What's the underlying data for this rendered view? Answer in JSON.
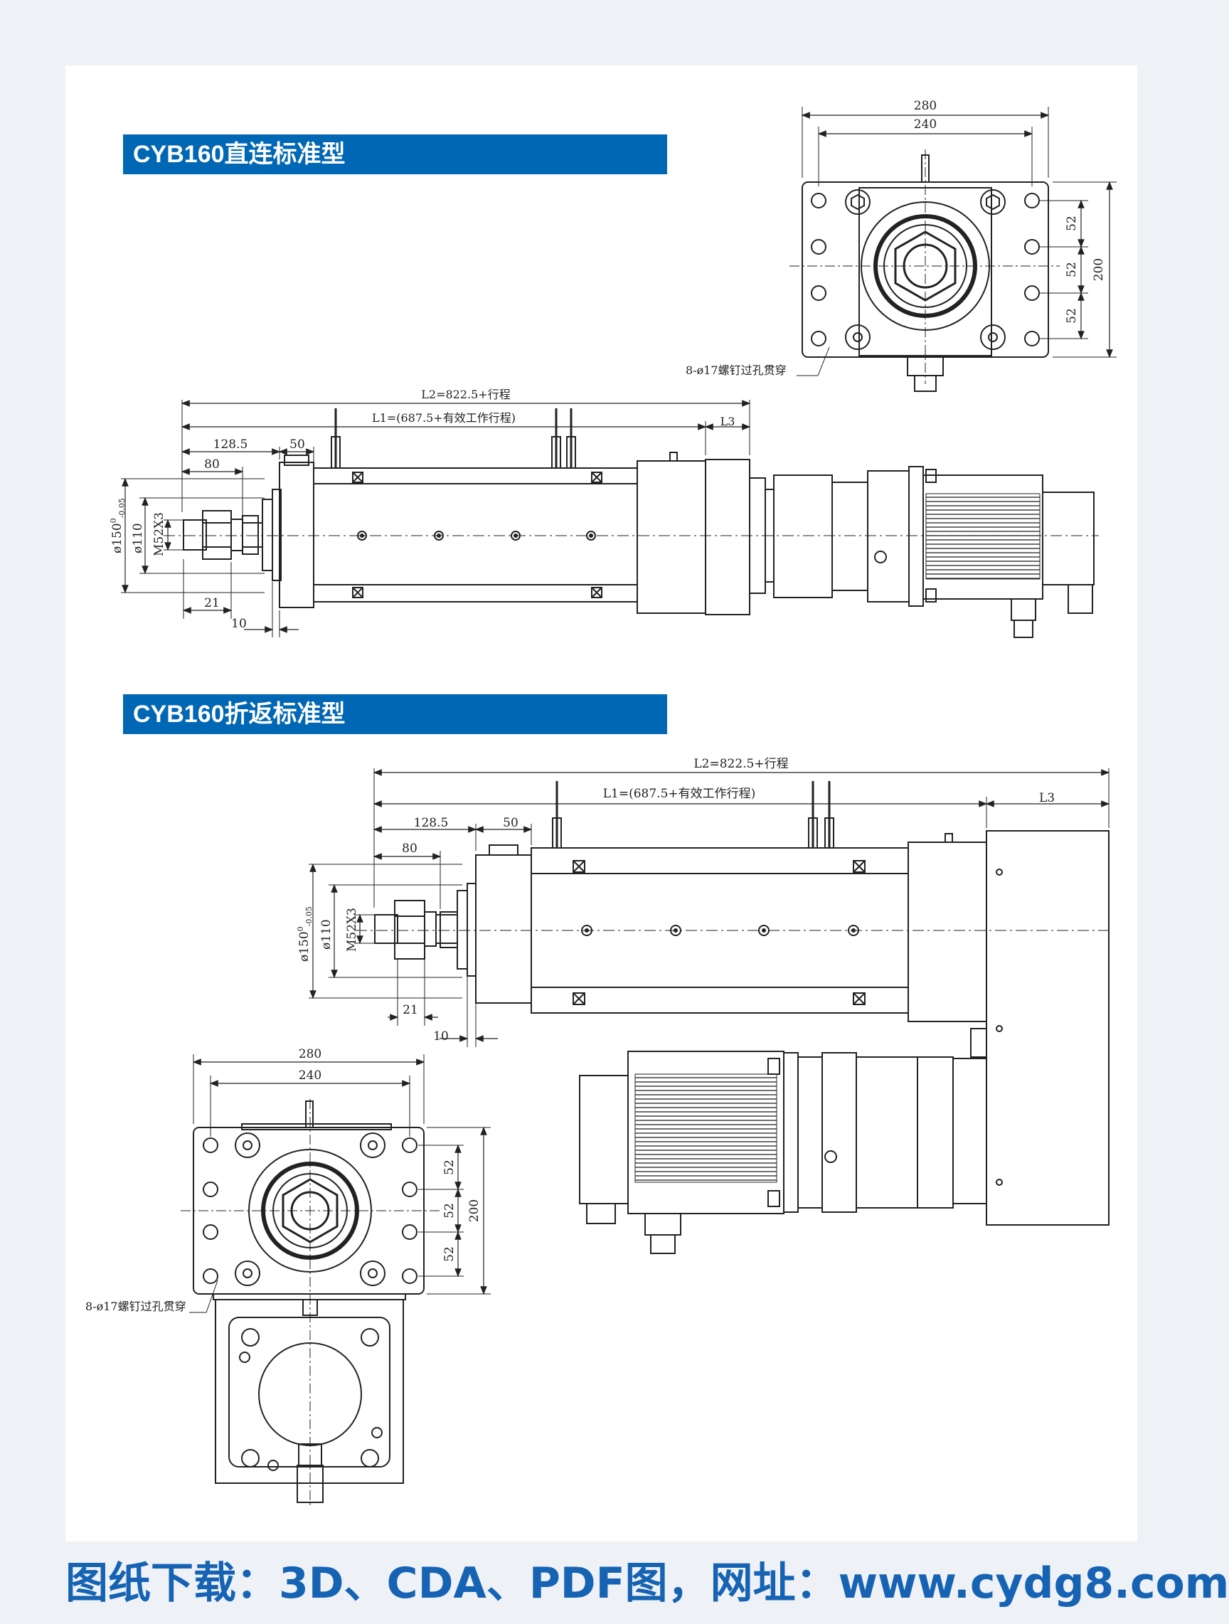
{
  "sections": [
    {
      "title": "CYB160直连标准型"
    },
    {
      "title": "CYB160折返标准型"
    }
  ],
  "dims": {
    "d280": "280",
    "d240": "240",
    "d200": "200",
    "d52": "52",
    "bolt_note": "8-ø17螺钉过孔贯穿",
    "L2": "L2=822.5+行程",
    "L1": "L1=(687.5+有效工作行程)",
    "L3": "L3",
    "d128_5": "128.5",
    "d50": "50",
    "d80": "80",
    "phi150": "ø150",
    "tol": "0",
    "tol_low": "-0.05",
    "phi110": "ø110",
    "thread": "M52X3",
    "d21": "21",
    "d10": "10"
  },
  "footer": {
    "text": "图纸下载：3D、CDA、PDF图，网址：www.cydg8.com"
  }
}
